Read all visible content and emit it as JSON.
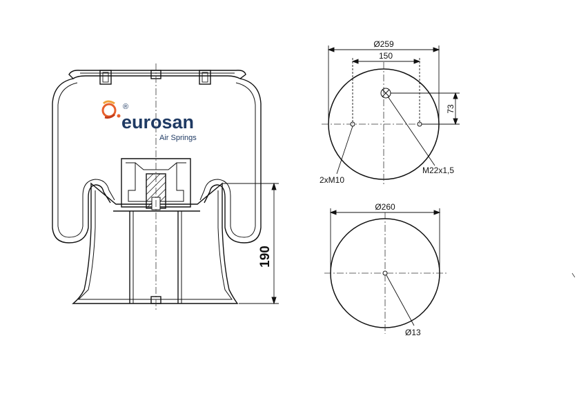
{
  "logo": {
    "name": "eurosan",
    "tagline": "Air Springs",
    "registered_mark": "®",
    "color_primary": "#1f3a63",
    "color_accent": "#e8602c"
  },
  "side_view": {
    "height_label": "190"
  },
  "top_plate": {
    "diameter_label": "Ø259",
    "bolt_spacing_label": "150",
    "offset_label": "73",
    "bolts_label": "2xM10",
    "air_fitting_label": "M22x1,5"
  },
  "bottom_plate": {
    "diameter_label": "Ø260",
    "hole_label": "Ø13"
  },
  "colors": {
    "line": "#111111",
    "axis": "#333333"
  }
}
